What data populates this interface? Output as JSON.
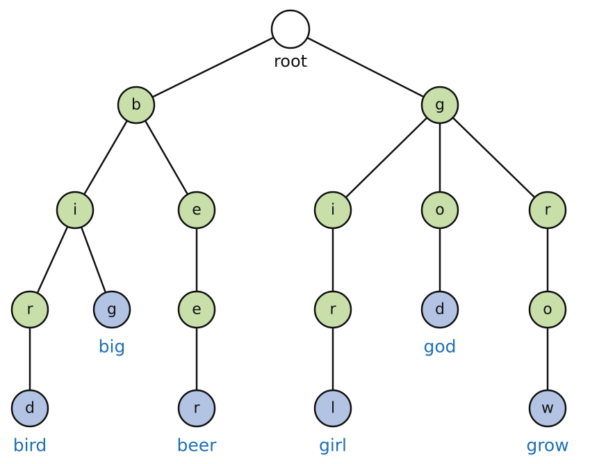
{
  "colors": {
    "root_fill": "#ffffff",
    "inner_fill": "#c8dfaa",
    "terminal_fill": "#b3c3e3",
    "stroke": "#111111",
    "word_label": "#1f6fb5"
  },
  "tree": {
    "root_label": "root",
    "nodes": [
      {
        "id": "root",
        "letter": "",
        "kind": "root"
      },
      {
        "id": "b",
        "letter": "b",
        "kind": "inner"
      },
      {
        "id": "g",
        "letter": "g",
        "kind": "inner"
      },
      {
        "id": "bi",
        "letter": "i",
        "kind": "inner"
      },
      {
        "id": "be",
        "letter": "e",
        "kind": "inner"
      },
      {
        "id": "gi",
        "letter": "i",
        "kind": "inner"
      },
      {
        "id": "go",
        "letter": "o",
        "kind": "inner"
      },
      {
        "id": "gr",
        "letter": "r",
        "kind": "inner"
      },
      {
        "id": "bir",
        "letter": "r",
        "kind": "inner"
      },
      {
        "id": "big",
        "letter": "g",
        "kind": "terminal",
        "word": "big"
      },
      {
        "id": "bee",
        "letter": "e",
        "kind": "inner"
      },
      {
        "id": "gir",
        "letter": "r",
        "kind": "inner"
      },
      {
        "id": "god",
        "letter": "d",
        "kind": "terminal",
        "word": "god"
      },
      {
        "id": "gro",
        "letter": "o",
        "kind": "inner"
      },
      {
        "id": "bird",
        "letter": "d",
        "kind": "terminal",
        "word": "bird"
      },
      {
        "id": "beer",
        "letter": "r",
        "kind": "terminal",
        "word": "beer"
      },
      {
        "id": "girl",
        "letter": "l",
        "kind": "terminal",
        "word": "girl"
      },
      {
        "id": "grow",
        "letter": "w",
        "kind": "terminal",
        "word": "grow"
      }
    ],
    "edges": [
      [
        "root",
        "b"
      ],
      [
        "root",
        "g"
      ],
      [
        "b",
        "bi"
      ],
      [
        "b",
        "be"
      ],
      [
        "g",
        "gi"
      ],
      [
        "g",
        "go"
      ],
      [
        "g",
        "gr"
      ],
      [
        "bi",
        "bir"
      ],
      [
        "bi",
        "big"
      ],
      [
        "be",
        "bee"
      ],
      [
        "gi",
        "gir"
      ],
      [
        "go",
        "god"
      ],
      [
        "gr",
        "gro"
      ],
      [
        "bir",
        "bird"
      ],
      [
        "bee",
        "beer"
      ],
      [
        "gir",
        "girl"
      ],
      [
        "gro",
        "grow"
      ]
    ]
  }
}
